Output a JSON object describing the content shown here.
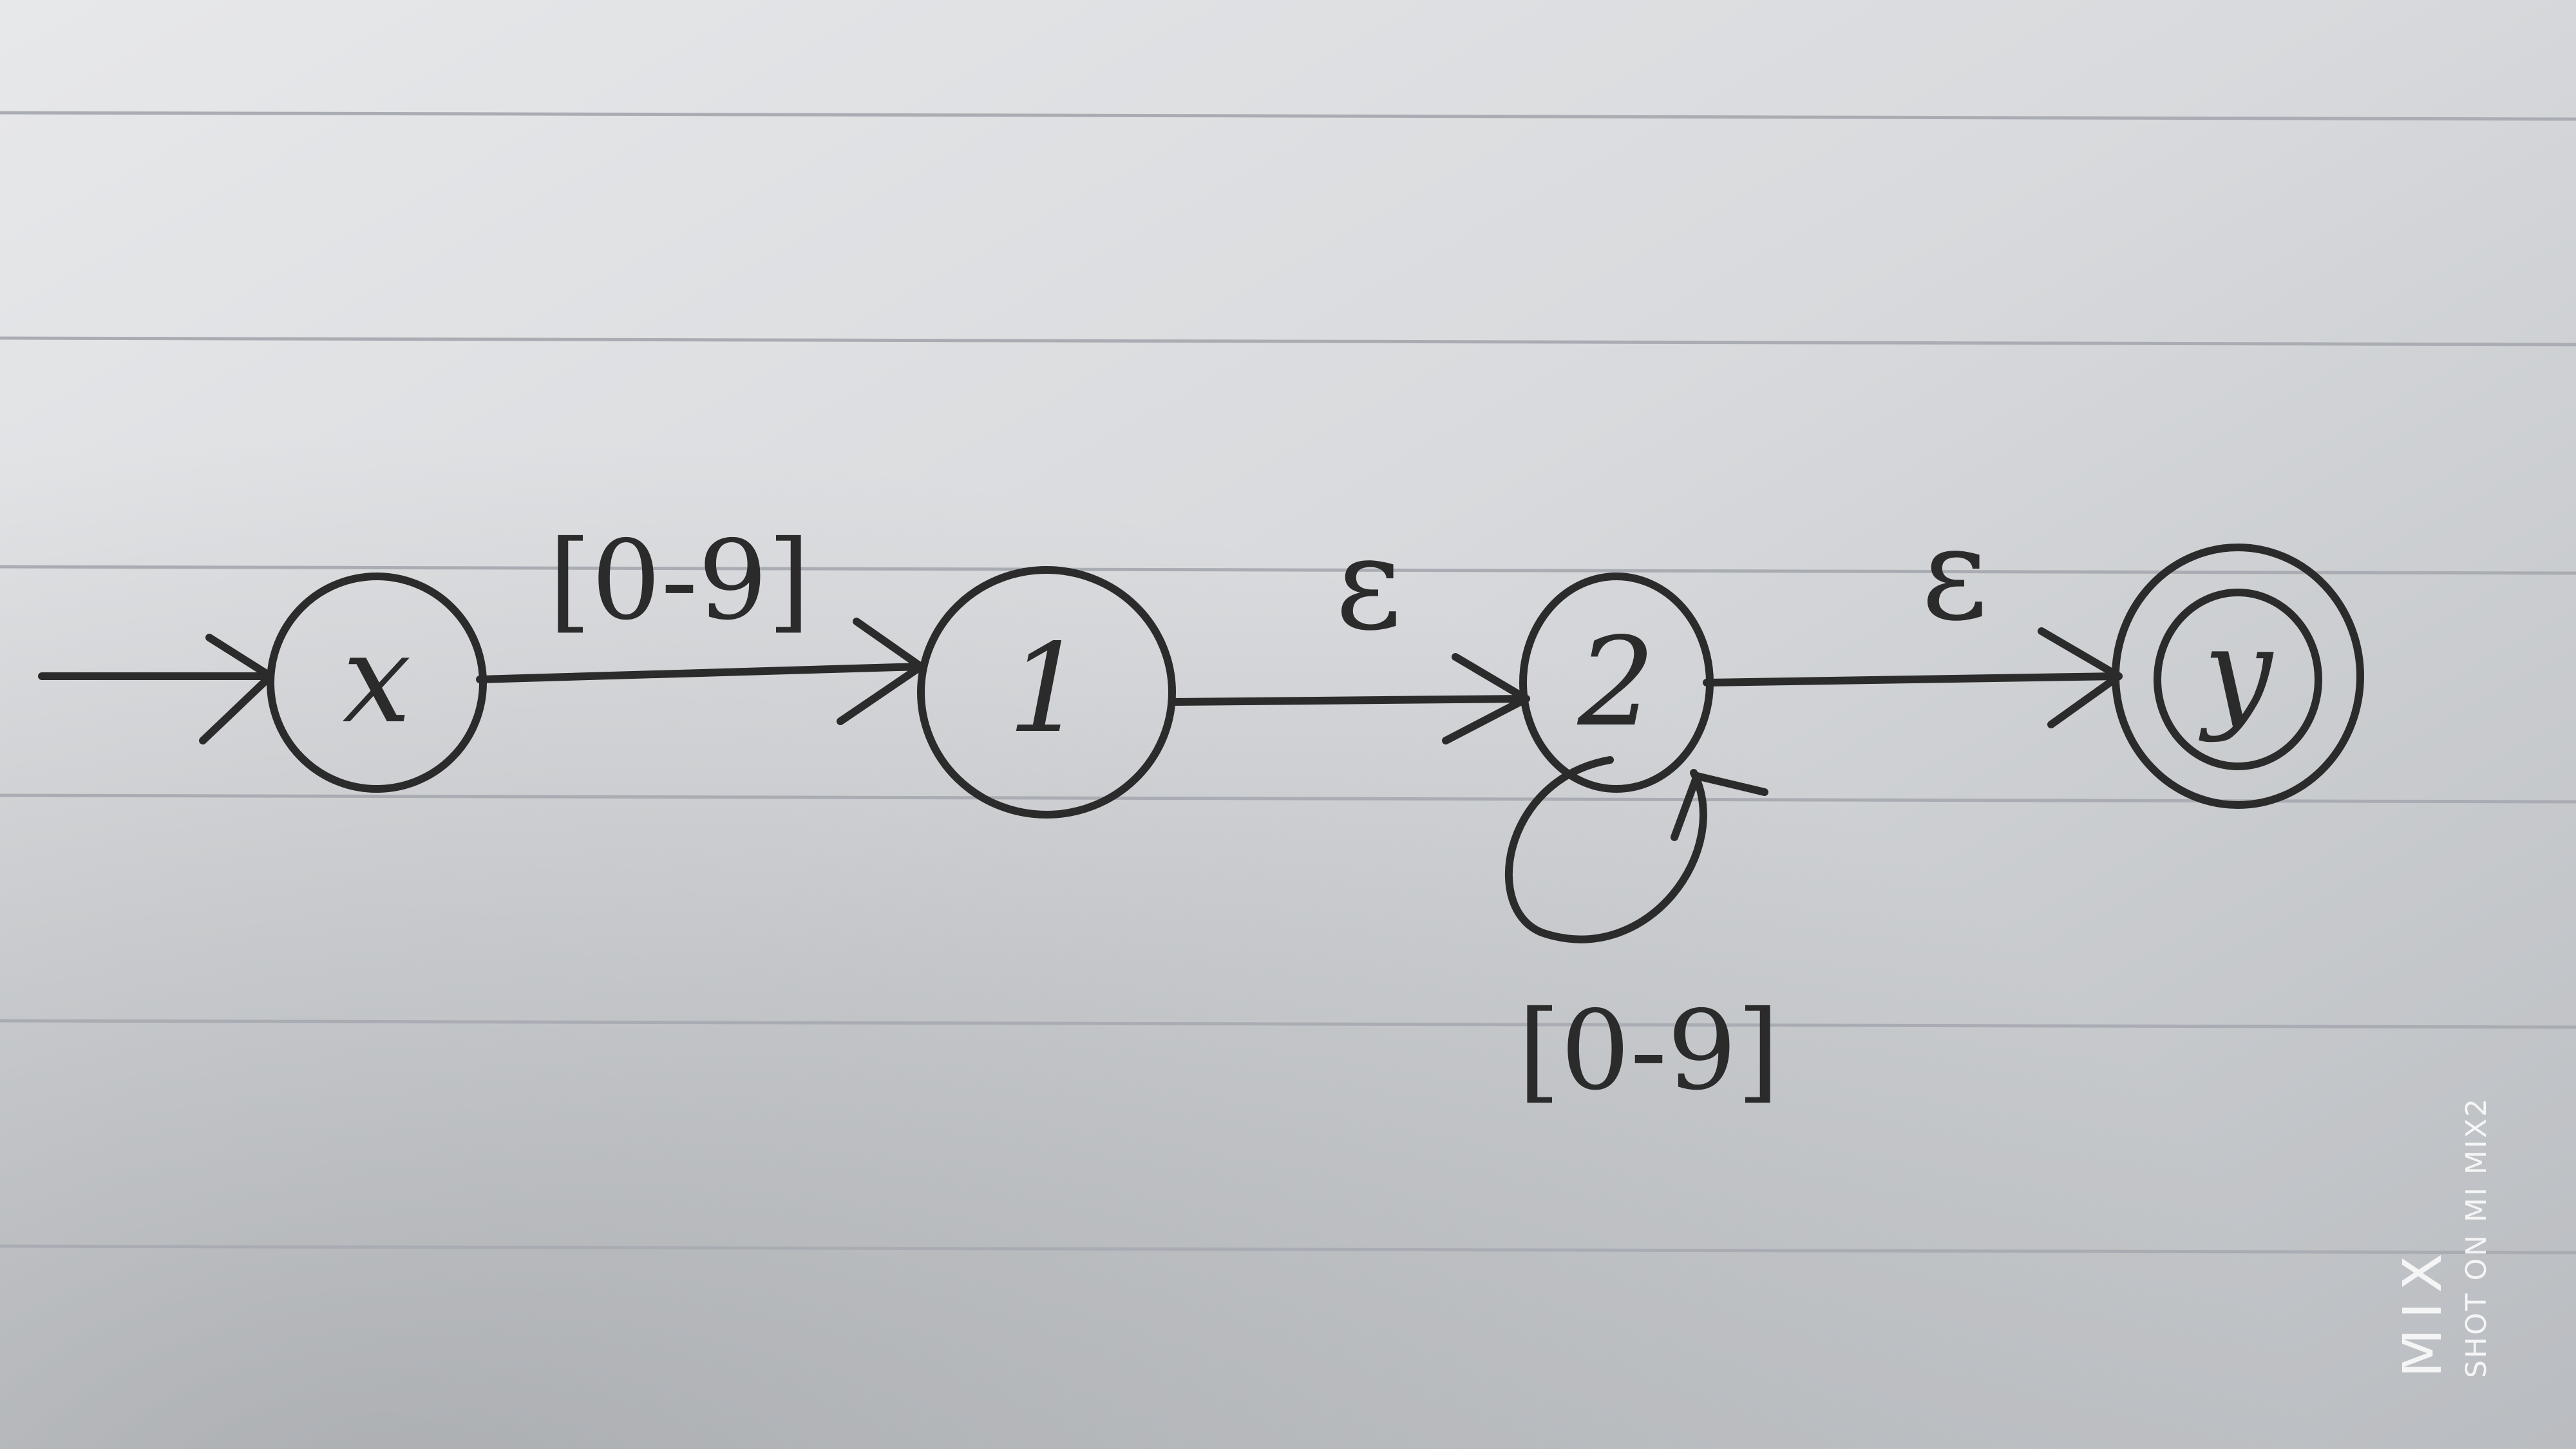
{
  "diagram": {
    "states": [
      {
        "id": "x",
        "label": "x",
        "start": true,
        "accepting": false
      },
      {
        "id": "1",
        "label": "1",
        "start": false,
        "accepting": false
      },
      {
        "id": "2",
        "label": "2",
        "start": false,
        "accepting": false
      },
      {
        "id": "y",
        "label": "y",
        "start": false,
        "accepting": true
      }
    ],
    "transitions": [
      {
        "from": "x",
        "to": "1",
        "label": "[0-9]"
      },
      {
        "from": "1",
        "to": "2",
        "label": "ε"
      },
      {
        "from": "2",
        "to": "2",
        "label": "[0-9]"
      },
      {
        "from": "2",
        "to": "y",
        "label": "ε"
      }
    ]
  },
  "watermark": {
    "brand": "MIX",
    "caption": "SHOT ON MI MIX2"
  },
  "colors": {
    "ink": "#2b2b2b",
    "paper": "#d4d6d9",
    "rule_line": "#a9adb3"
  }
}
